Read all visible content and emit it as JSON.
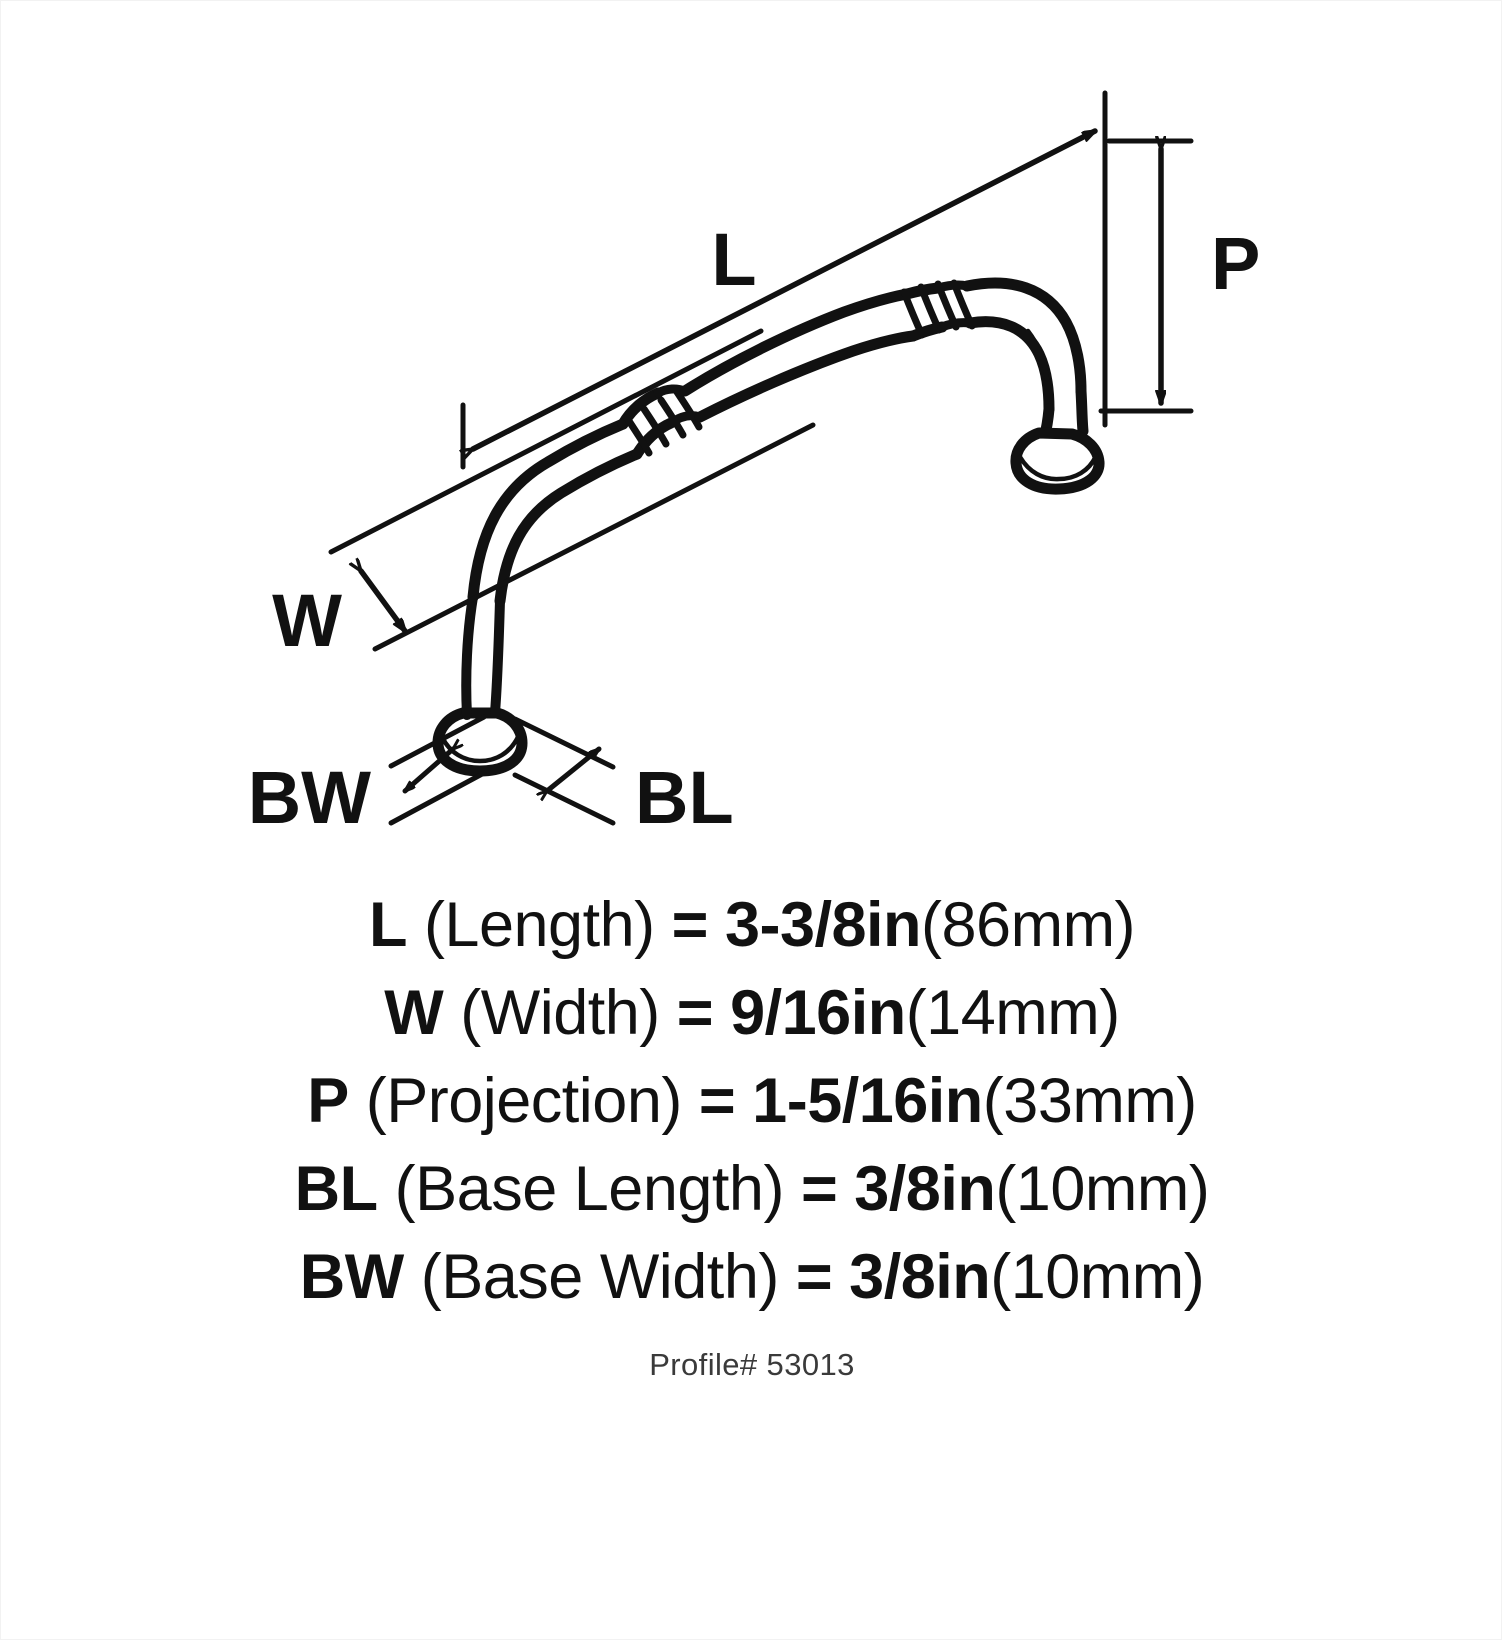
{
  "product": {
    "type": "cabinet-pull-handle",
    "profile_label": "Profile# 53013"
  },
  "diagram": {
    "labels": {
      "length": "L",
      "width": "W",
      "projection": "P",
      "base_length": "BL",
      "base_width": "BW"
    }
  },
  "specs": [
    {
      "symbol": "L",
      "name": "(Length)",
      "equals": "=",
      "imperial": "3-3/8in",
      "metric": "(86mm)"
    },
    {
      "symbol": "W",
      "name": "(Width)",
      "equals": "=",
      "imperial": "9/16in",
      "metric": "(14mm)"
    },
    {
      "symbol": "P",
      "name": "(Projection)",
      "equals": "=",
      "imperial": "1-5/16in",
      "metric": "(33mm)"
    },
    {
      "symbol": "BL",
      "name": "(Base Length)",
      "equals": "=",
      "imperial": "3/8in",
      "metric": "(10mm)"
    },
    {
      "symbol": "BW",
      "name": "(Base Width)",
      "equals": "=",
      "imperial": "3/8in",
      "metric": "(10mm)"
    }
  ],
  "colors": {
    "ink": "#111111",
    "background": "#ffffff",
    "profile_text": "#3a3a3a"
  }
}
